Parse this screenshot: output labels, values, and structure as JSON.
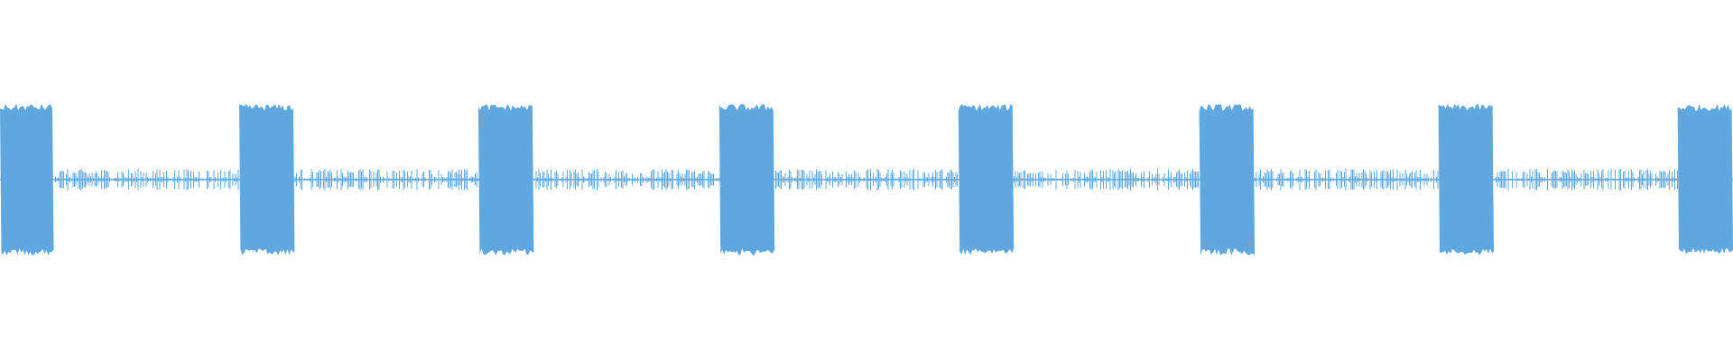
{
  "waveform": {
    "color": "#5fa8df",
    "bursts": [
      {
        "start": 0.0,
        "end": 0.031
      },
      {
        "start": 0.138,
        "end": 0.17
      },
      {
        "start": 0.276,
        "end": 0.308
      },
      {
        "start": 0.415,
        "end": 0.447
      },
      {
        "start": 0.553,
        "end": 0.585
      },
      {
        "start": 0.692,
        "end": 0.724
      },
      {
        "start": 0.83,
        "end": 0.862
      },
      {
        "start": 0.968,
        "end": 1.0
      }
    ],
    "burst_amplitude": 0.4,
    "quiet_amplitude": 0.06
  }
}
